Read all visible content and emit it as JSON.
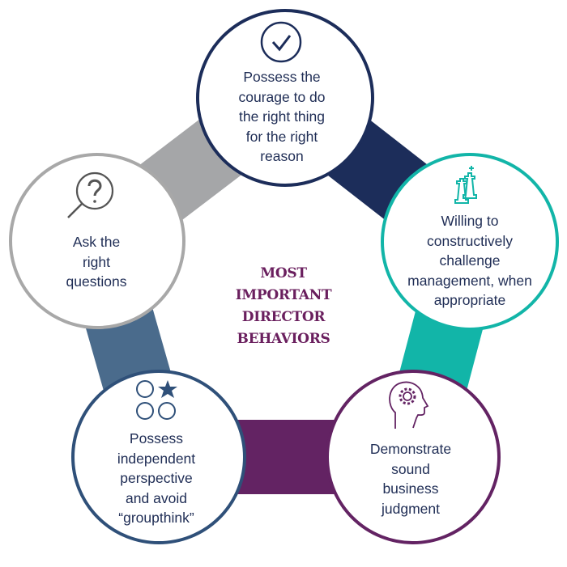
{
  "title": [
    "MOST",
    "IMPORTANT",
    "DIRECTOR",
    "BEHAVIORS"
  ],
  "colors": {
    "navy": "#1c2d5a",
    "teal": "#12b5a8",
    "purple": "#632363",
    "blue": "#4a6b8c",
    "gray": "#a5a6a8",
    "text": "#1f2d55",
    "title": "#6a1f5e"
  },
  "behaviors": [
    {
      "icon": "checkmark-circle-icon",
      "lines": [
        "Possess the",
        "courage to do",
        "the right thing",
        "for the right",
        "reason"
      ]
    },
    {
      "icon": "chess-pieces-icon",
      "lines": [
        "Willing to",
        "constructively",
        "challenge",
        "management, when",
        "appropriate"
      ]
    },
    {
      "icon": "head-gear-icon",
      "lines": [
        "Demonstrate",
        "sound",
        "business",
        "judgment"
      ]
    },
    {
      "icon": "circles-star-icon",
      "lines": [
        "Possess",
        "independent",
        "perspective",
        "and avoid",
        "“groupthink”"
      ]
    },
    {
      "icon": "magnifier-question-icon",
      "lines": [
        "Ask the",
        "right",
        "questions"
      ]
    }
  ]
}
